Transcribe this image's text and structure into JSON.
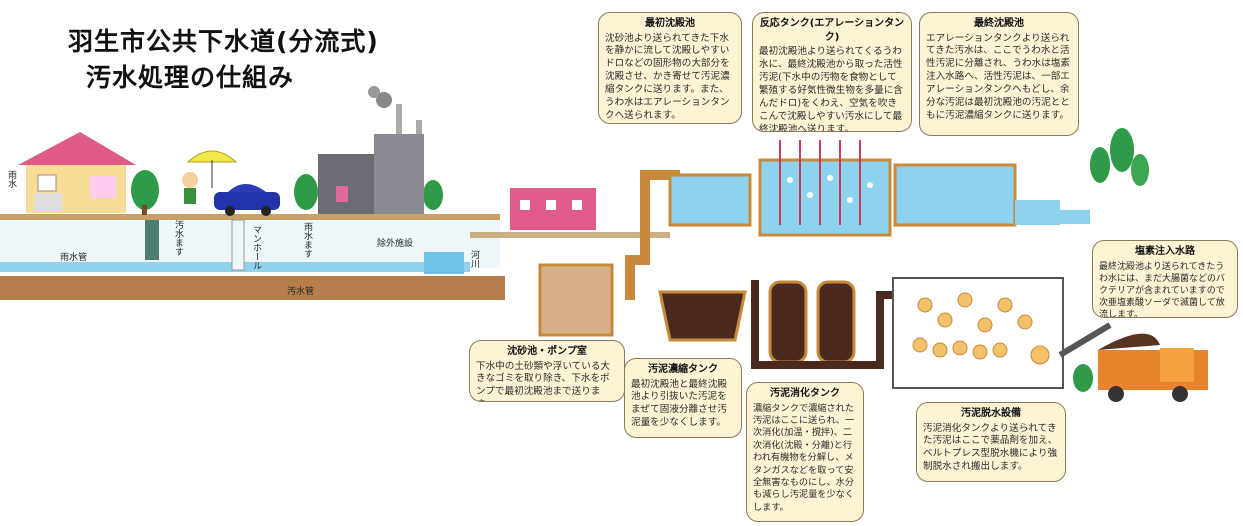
{
  "title": {
    "line1": "羽生市公共下水道(分流式)",
    "line2": "汚水処理の仕組み"
  },
  "labels": {
    "rain": "雨水",
    "sewage_inlet_1": "汚水ます",
    "storm_drain": "雨水管",
    "manhole": "マンホール",
    "sewage_inlet_2": "雨水ます",
    "drainage_facility": "除外施設",
    "river": "河川",
    "sewer_pipe": "汚水管"
  },
  "bubbles": {
    "grit": {
      "title": "沈砂池・ポンプ室",
      "text": "下水中の土砂類や浮いている大きなゴミを取り除き、下水をポンプで最初沈殿池まで送ります。"
    },
    "primary": {
      "title": "最初沈殿池",
      "text": "沈砂池より送られてきた下水を静かに流して沈殿しやすいドロなどの固形物の大部分を沈殿させ、かき寄せて汚泥濃縮タンクに送ります。また、うわ水はエアレーションタンクへ送られます。"
    },
    "aeration": {
      "title": "反応タンク(エアレーションタンク)",
      "text": "最初沈殿池より送られてくるうわ水に、最終沈殿池から取った活性汚泥(下水中の汚物を食物として繁殖する好気性微生物を多量に含んだドロ)をくわえ、空気を吹きこんで沈殿しやすい汚水にして最終沈殿池へ送ります。"
    },
    "final": {
      "title": "最終沈殿池",
      "text": "エアレーションタンクより送られてきた汚水は、ここでうわ水と活性汚泥に分離され、うわ水は塩素注入水路へ、活性汚泥は、一部エアレーションタンクへもどし、余分な汚泥は最初沈殿池の汚泥とともに汚泥濃縮タンクに送ります。"
    },
    "chlorine": {
      "title": "塩素注入水路",
      "text": "最終沈殿池より送られてきたうわ水には、まだ大腸菌などのバクテリアが含まれていますので次亜塩素酸ソーダで滅菌して放流します。"
    },
    "thickener": {
      "title": "汚泥濃縮タンク",
      "text": "最初沈殿池と最終沈殿池より引抜いた汚泥をまぜて固液分離させ汚泥量を少なくします。"
    },
    "digester": {
      "title": "汚泥消化タンク",
      "text": "濃縮タンクで濃縮された汚泥はここに送られ、一次消化(加温・撹拌)、二次消化(沈殿・分離)と行われ有機物を分解し、メタンガスなどを取って安全無害なものにし、水分も減らし汚泥量を少なくします。"
    },
    "dewater": {
      "title": "汚泥脱水設備",
      "text": "汚泥消化タンクより送られてきた汚泥はここで薬品剤を加え、ベルトプレス型脱水機により強制脱水され搬出します。"
    }
  },
  "colors": {
    "bubble_bg": "#fdf4d6",
    "water": "#6fc4e6",
    "sludge": "#4a2a1e",
    "pipe": "#c88a3a",
    "ground": "#a8672d"
  }
}
